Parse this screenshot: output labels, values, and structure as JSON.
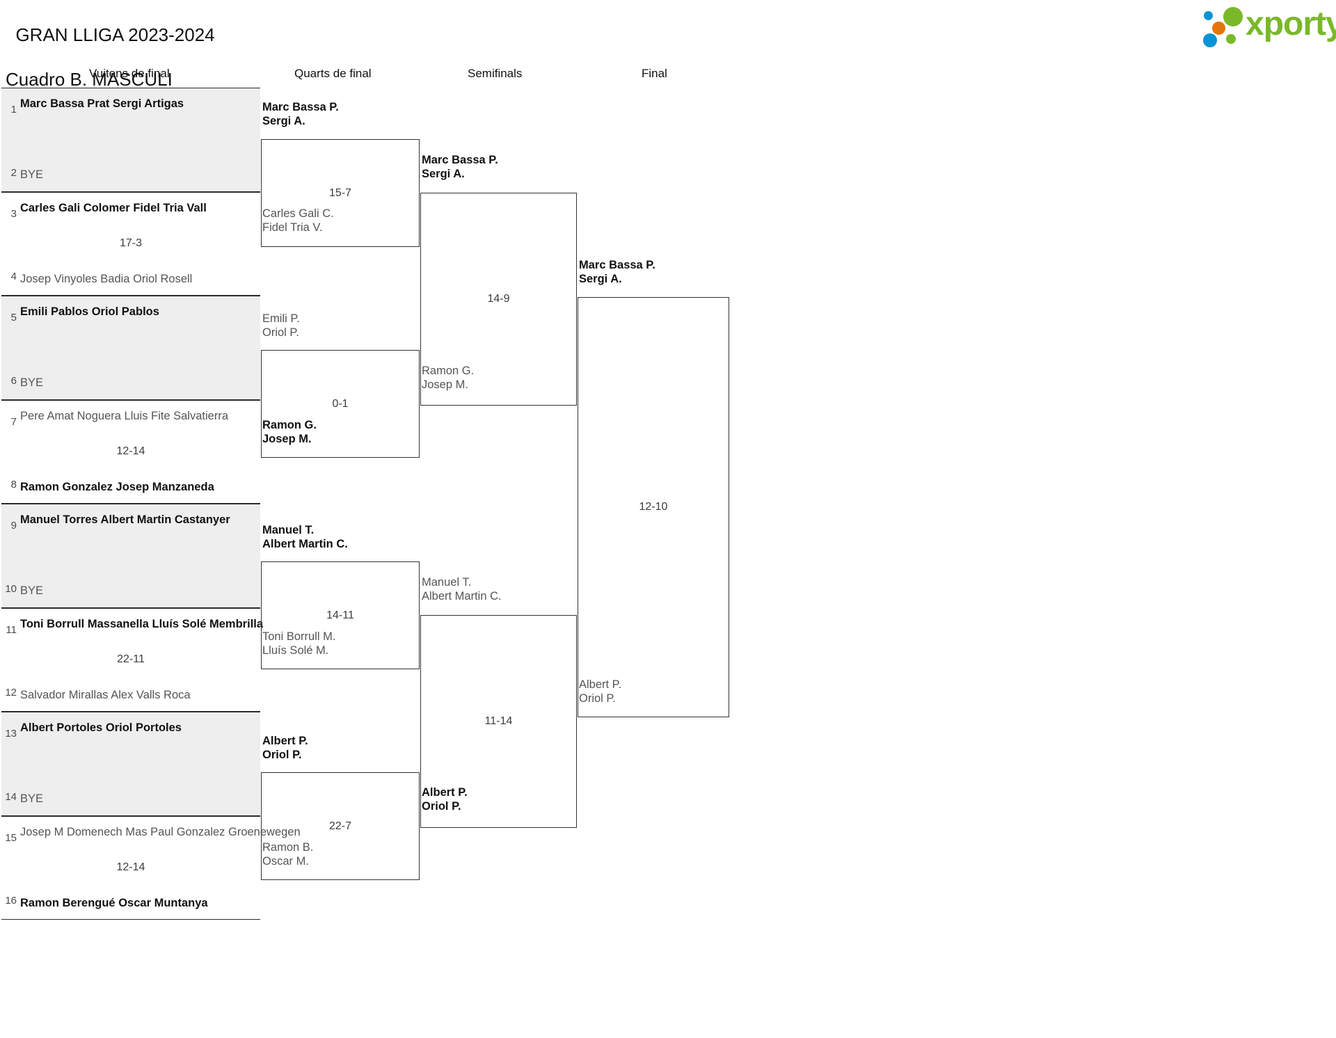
{
  "header": {
    "title_line1": "GRAN LLIGA 2023-2024",
    "title_line2": "Cuadro B. MASCULI",
    "logo_text": "xporty",
    "logo_colors": {
      "green": "#7ab829",
      "blue": "#0a93d4",
      "orange": "#e2760d"
    }
  },
  "rounds": [
    {
      "label": "Vuitens de final"
    },
    {
      "label": "Quarts de final"
    },
    {
      "label": "Semifinals"
    },
    {
      "label": "Final"
    }
  ],
  "round1": {
    "blocks": [
      {
        "shaded": true,
        "top": {
          "seed": "1",
          "line1": "Marc Bassa Prat",
          "line2": "Sergi Artigas",
          "status": "win"
        },
        "bottom": {
          "seed": "2",
          "line1": "BYE",
          "line2": "",
          "status": "bye"
        },
        "score": ""
      },
      {
        "shaded": false,
        "top": {
          "seed": "3",
          "line1": "Carles Gali Colomer",
          "line2": "Fidel Tria Vall",
          "status": "win"
        },
        "bottom": {
          "seed": "4",
          "line1": "Josep Vinyoles Badia",
          "line2": "Oriol Rosell",
          "status": "lose"
        },
        "score": "17-3"
      },
      {
        "shaded": true,
        "top": {
          "seed": "5",
          "line1": "Emili Pablos",
          "line2": "Oriol Pablos",
          "status": "win"
        },
        "bottom": {
          "seed": "6",
          "line1": "BYE",
          "line2": "",
          "status": "bye"
        },
        "score": ""
      },
      {
        "shaded": false,
        "top": {
          "seed": "7",
          "line1": "Pere Amat Noguera",
          "line2": "Lluis Fite Salvatierra",
          "status": "lose"
        },
        "bottom": {
          "seed": "8",
          "line1": "Ramon Gonzalez",
          "line2": "Josep Manzaneda",
          "status": "win"
        },
        "score": "12-14"
      },
      {
        "shaded": true,
        "top": {
          "seed": "9",
          "line1": "Manuel Torres",
          "line2": "Albert Martin Castanyer",
          "status": "win"
        },
        "bottom": {
          "seed": "10",
          "line1": "BYE",
          "line2": "",
          "status": "bye"
        },
        "score": ""
      },
      {
        "shaded": false,
        "top": {
          "seed": "11",
          "line1": "Toni Borrull Massanella",
          "line2": "Lluís Solé Membrilla",
          "status": "win"
        },
        "bottom": {
          "seed": "12",
          "line1": "Salvador Mirallas",
          "line2": "Alex Valls Roca",
          "status": "lose"
        },
        "score": "22-11"
      },
      {
        "shaded": true,
        "top": {
          "seed": "13",
          "line1": "Albert Portoles",
          "line2": "Oriol Portoles",
          "status": "win"
        },
        "bottom": {
          "seed": "14",
          "line1": "BYE",
          "line2": "",
          "status": "bye"
        },
        "score": ""
      },
      {
        "shaded": false,
        "top": {
          "seed": "15",
          "line1": "Josep M Domenech Mas",
          "line2": "Paul Gonzalez Groenewegen",
          "status": "lose"
        },
        "bottom": {
          "seed": "16",
          "line1": "Ramon Berengué",
          "line2": "Oscar Muntanya",
          "status": "win"
        },
        "score": "12-14"
      }
    ]
  },
  "quarterfinals": [
    {
      "top": {
        "line1": "Marc Bassa P.",
        "line2": "Sergi A.",
        "status": "win"
      },
      "bottom": {
        "line1": "Carles Gali C.",
        "line2": "Fidel Tria V.",
        "status": "lose"
      },
      "score": "15-7"
    },
    {
      "top": {
        "line1": "Emili P.",
        "line2": "Oriol P.",
        "status": "lose"
      },
      "bottom": {
        "line1": "Ramon G.",
        "line2": "Josep M.",
        "status": "win"
      },
      "score": "0-1"
    },
    {
      "top": {
        "line1": "Manuel T.",
        "line2": "Albert Martin C.",
        "status": "win"
      },
      "bottom": {
        "line1": "Toni Borrull M.",
        "line2": "Lluís Solé M.",
        "status": "lose"
      },
      "score": "14-11"
    },
    {
      "top": {
        "line1": "Albert P.",
        "line2": "Oriol P.",
        "status": "win"
      },
      "bottom": {
        "line1": "Ramon B.",
        "line2": "Oscar M.",
        "status": "lose"
      },
      "score": "22-7"
    }
  ],
  "semifinals": [
    {
      "top": {
        "line1": "Marc Bassa P.",
        "line2": "Sergi A.",
        "status": "win"
      },
      "bottom": {
        "line1": "Ramon G.",
        "line2": "Josep M.",
        "status": "lose"
      },
      "score": "14-9"
    },
    {
      "top": {
        "line1": "Manuel T.",
        "line2": "Albert Martin C.",
        "status": "lose"
      },
      "bottom": {
        "line1": "Albert P.",
        "line2": "Oriol P.",
        "status": "win"
      },
      "score": "11-14"
    }
  ],
  "final": {
    "top": {
      "line1": "Marc Bassa P.",
      "line2": "Sergi A.",
      "status": "win"
    },
    "bottom": {
      "line1": "Albert P.",
      "line2": "Oriol P.",
      "status": "lose"
    },
    "score": "12-10"
  }
}
